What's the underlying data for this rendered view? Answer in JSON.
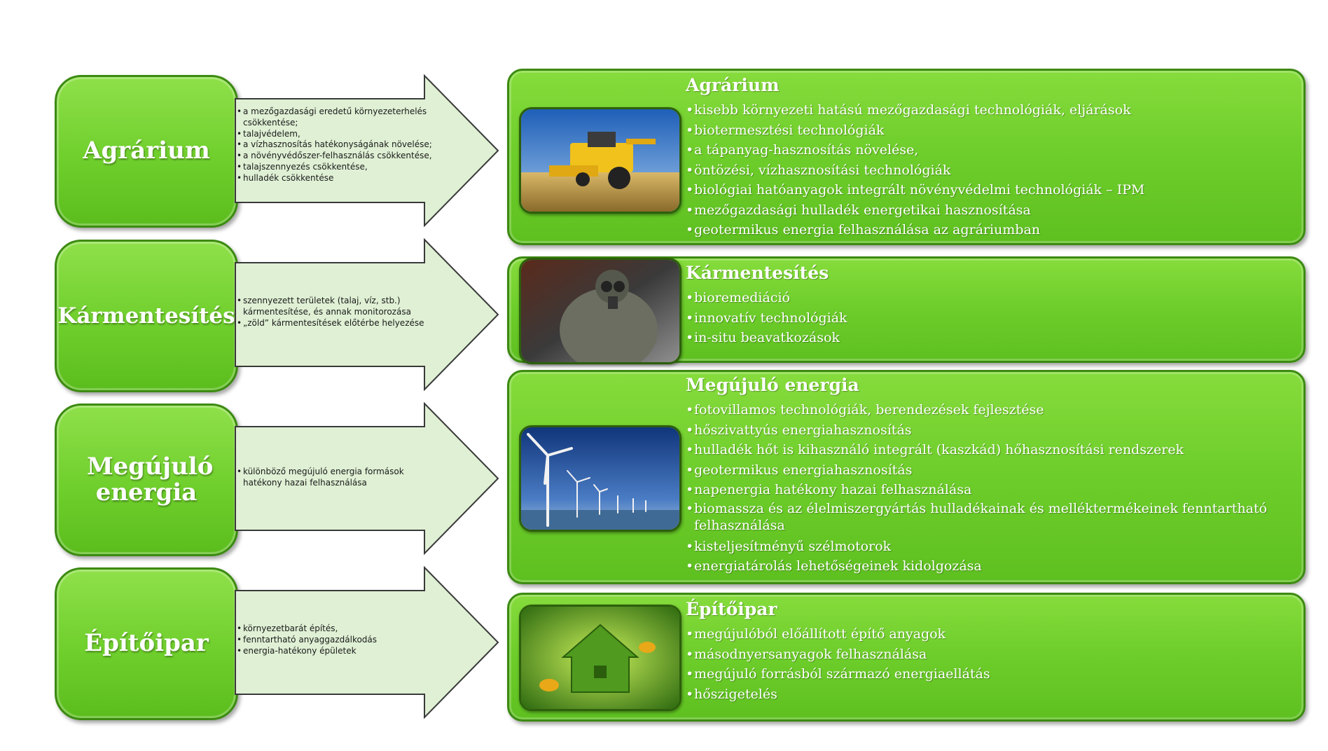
{
  "rows": [
    {
      "category": "Agrárium",
      "arrow_items": [
        "a mezőgazdasági eredetű környezeterhelés csökkentése;",
        "talajvédelem,",
        "a vízhasznosítás hatékonyságának növelése;",
        "a növényvédőszer-felhasználás csökkentése,",
        "talajszennyezés csökkentése,",
        "hulladék csökkentése"
      ],
      "panel_title": "Agrárium",
      "panel_items": [
        "kisebb környezeti hatású mezőgazdasági technológiák, eljárások",
        "biotermesztési technológiák",
        "a tápanyag-hasznosítás növelése,",
        "öntözési, vízhasznosítási technológiák",
        "biológiai hatóanyagok  integrált növényvédelmi technológiák – IPM",
        "mezőgazdasági hulladék energetikai hasznosítása",
        "geotermikus energia felhasználása az agráriumban"
      ],
      "image": "combine-harvester-photo"
    },
    {
      "category": "Kármentesítés",
      "arrow_items": [
        "szennyezett területek (talaj, víz, stb.) kármentesítése, és annak monitorozása",
        "„zöld” kármentesítések előtérbe helyezése"
      ],
      "panel_title": "Kármentesítés",
      "panel_items": [
        "bioremediáció",
        "innovatív technológiák",
        "in-situ beavatkozások"
      ],
      "image": "hazmat-worker-photo"
    },
    {
      "category": "Megújuló energia",
      "arrow_items": [
        "különböző megújuló energia formások hatékony hazai felhasználása"
      ],
      "panel_title": "Megújuló energia",
      "panel_items": [
        "fotovillamos technológiák, berendezések fejlesztése",
        "hőszivattyús energiahasznosítás",
        "hulladék hőt is kihasználó integrált (kaszkád) hőhasznosítási rendszerek",
        "geotermikus energiahasznosítás",
        "napenergia hatékony hazai felhasználása",
        "biomassza és az élelmiszergyártás hulladékainak és melléktermékeinek fenntartható felhasználása",
        "kisteljesítményű szélmotorok",
        "energiatárolás lehetőségeinek kidolgozása"
      ],
      "image": "wind-turbines-photo"
    },
    {
      "category": "Építőipar",
      "arrow_items": [
        "környezetbarát építés,",
        "fenntartható anyaggazdálkodás",
        "energia-hatékony épületek"
      ],
      "panel_title": "Építőipar",
      "panel_items": [
        "megújulóból előállított építő  anyagok",
        "másodnyersanyagok felhasználása",
        "megújuló forrásból származó energiaellátás",
        "hőszigetelés"
      ],
      "image": "green-grass-house-photo"
    }
  ],
  "colors": {
    "box_green": "#6fcf2c",
    "box_border": "#3c8a12",
    "arrow_fill": "#dff0d4",
    "arrow_border": "#3a3a3a",
    "text_white": "#ffffff"
  }
}
